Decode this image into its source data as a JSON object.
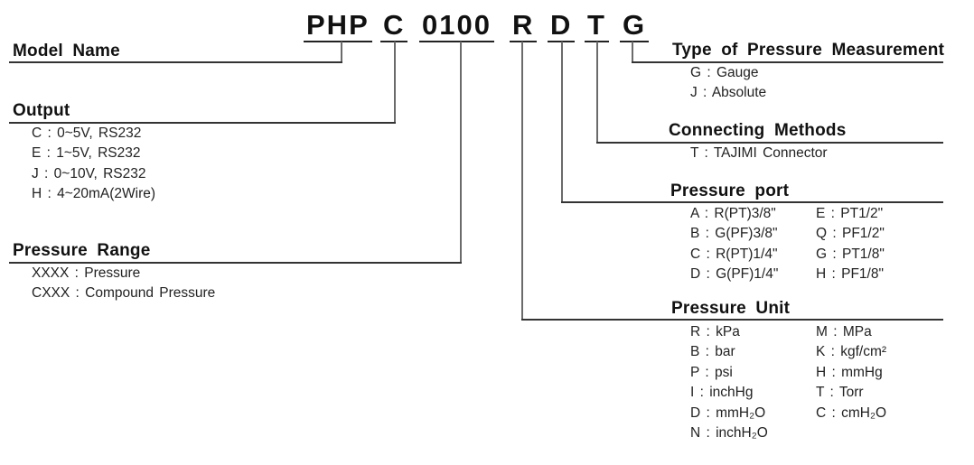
{
  "title": {
    "segments": [
      "PHP",
      "C",
      "0100",
      "R",
      "D",
      "T",
      "G"
    ]
  },
  "sections": {
    "model_name": {
      "heading": "Model Name"
    },
    "output": {
      "heading": "Output",
      "items": [
        "C : 0~5V, RS232",
        "E : 1~5V, RS232",
        "J : 0~10V, RS232",
        "H : 4~20mA(2Wire)"
      ]
    },
    "pressure_range": {
      "heading": "Pressure Range",
      "items": [
        "XXXX : Pressure",
        "CXXX : Compound Pressure"
      ]
    },
    "type_of_pressure_measurement": {
      "heading": "Type of Pressure Measurement",
      "items": [
        "G : Gauge",
        "J : Absolute"
      ]
    },
    "connecting_methods": {
      "heading": "Connecting Methods",
      "items": [
        "T : TAJIMI Connector"
      ]
    },
    "pressure_port": {
      "heading": "Pressure port",
      "col1": [
        "A : R(PT)3/8\"",
        "B : G(PF)3/8\"",
        "C : R(PT)1/4\"",
        "D : G(PF)1/4\""
      ],
      "col2": [
        "E : PT1/2\"",
        "Q : PF1/2\"",
        "G : PT1/8\"",
        "H : PF1/8\""
      ]
    },
    "pressure_unit": {
      "heading": "Pressure Unit",
      "col1": [
        "R : kPa",
        "B : bar",
        "P : psi",
        "I : inchHg",
        "D : mmH₂O",
        "N : inchH₂O"
      ],
      "col2": [
        "M : MPa",
        "K : kgf/cm²",
        "H : mmHg",
        "T : Torr",
        "C : cmH₂O"
      ]
    }
  },
  "colors": {
    "background": "#ffffff",
    "text": "#1a1a1a",
    "heading": "#111111",
    "rule": "#333333",
    "connector": "#6b6b6b"
  }
}
